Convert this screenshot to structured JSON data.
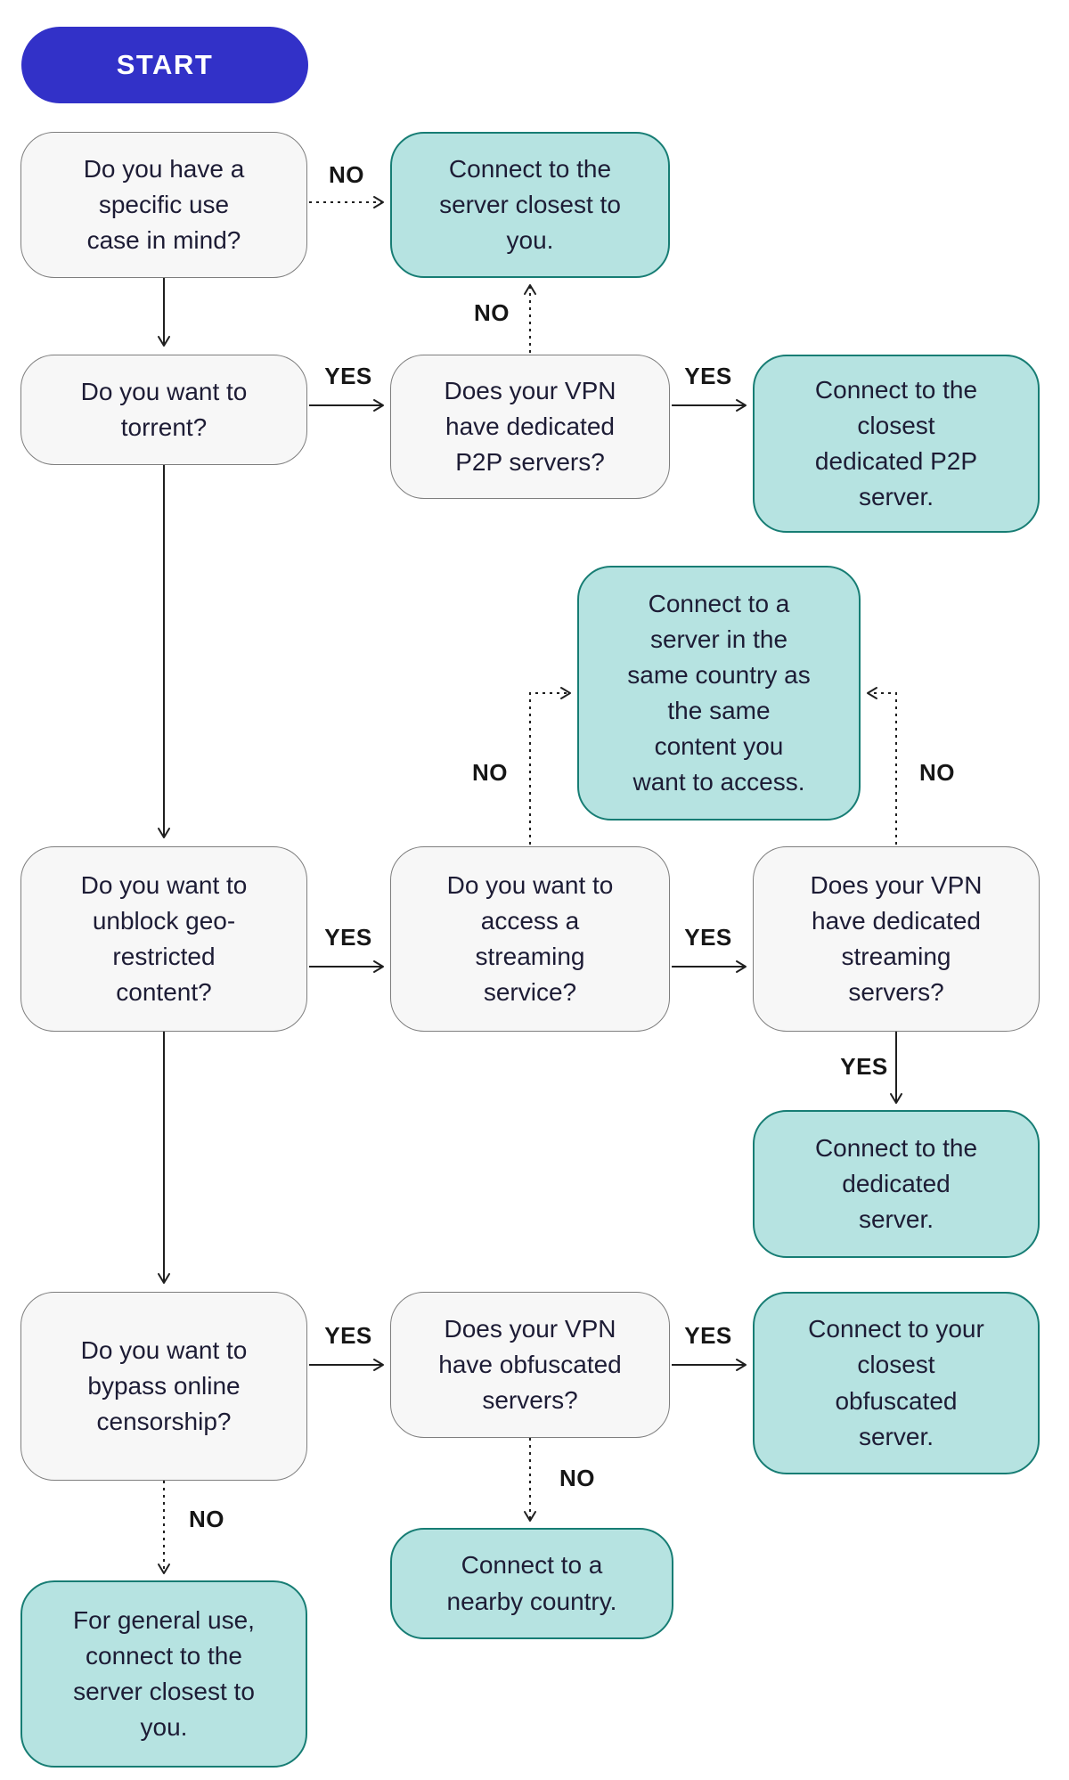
{
  "start": {
    "label": "START"
  },
  "nodes": [
    {
      "id": "q1",
      "type": "question",
      "text": "Do you have a\nspecific use\ncase in mind?"
    },
    {
      "id": "a1",
      "type": "answer",
      "text": "Connect to the\nserver closest to\nyou."
    },
    {
      "id": "q2",
      "type": "question",
      "text": "Do you want to\ntorrent?"
    },
    {
      "id": "q3",
      "type": "question",
      "text": "Does your VPN\nhave dedicated\nP2P servers?"
    },
    {
      "id": "a2",
      "type": "answer",
      "text": "Connect to the\nclosest\ndedicated P2P\nserver."
    },
    {
      "id": "a3",
      "type": "answer",
      "text": "Connect to a\nserver in the\nsame country as\nthe same\ncontent you\nwant to access."
    },
    {
      "id": "q4",
      "type": "question",
      "text": "Do you want to\nunblock geo-\nrestricted\ncontent?"
    },
    {
      "id": "q5",
      "type": "question",
      "text": "Do you want to\naccess a\nstreaming\nservice?"
    },
    {
      "id": "q6",
      "type": "question",
      "text": "Does your VPN\nhave dedicated\nstreaming\nservers?"
    },
    {
      "id": "a4",
      "type": "answer",
      "text": "Connect to the\ndedicated\nserver."
    },
    {
      "id": "q7",
      "type": "question",
      "text": "Do you want to\nbypass online\ncensorship?"
    },
    {
      "id": "q8",
      "type": "question",
      "text": "Does your VPN\nhave obfuscated\nservers?"
    },
    {
      "id": "a5",
      "type": "answer",
      "text": "Connect to your\nclosest\nobfuscated\nserver."
    },
    {
      "id": "a6",
      "type": "answer",
      "text": "Connect to a\nnearby country."
    },
    {
      "id": "a7",
      "type": "answer",
      "text": "For general use,\nconnect to the\nserver closest to\nyou."
    }
  ],
  "edges": [
    {
      "from": "q1",
      "to": "a1",
      "label": "NO",
      "style": "dashed"
    },
    {
      "from": "q3",
      "to": "a1",
      "label": "NO",
      "style": "dashed"
    },
    {
      "from": "q2",
      "to": "q3",
      "label": "YES",
      "style": "solid"
    },
    {
      "from": "q3",
      "to": "a2",
      "label": "YES",
      "style": "solid"
    },
    {
      "from": "q5",
      "to": "a3",
      "label": "NO",
      "style": "dashed"
    },
    {
      "from": "q6",
      "to": "a3",
      "label": "NO",
      "style": "dashed"
    },
    {
      "from": "q4",
      "to": "q5",
      "label": "YES",
      "style": "solid"
    },
    {
      "from": "q5",
      "to": "q6",
      "label": "YES",
      "style": "solid"
    },
    {
      "from": "q6",
      "to": "a4",
      "label": "YES",
      "style": "solid"
    },
    {
      "from": "q7",
      "to": "q8",
      "label": "YES",
      "style": "solid"
    },
    {
      "from": "q8",
      "to": "a5",
      "label": "YES",
      "style": "solid"
    },
    {
      "from": "q8",
      "to": "a6",
      "label": "NO",
      "style": "dashed"
    },
    {
      "from": "q7",
      "to": "a7",
      "label": "NO",
      "style": "dashed"
    },
    {
      "from": "start",
      "to": "q1",
      "label": "",
      "style": "none"
    },
    {
      "from": "q1",
      "to": "q2",
      "label": "",
      "style": "solid"
    },
    {
      "from": "q2",
      "to": "q4",
      "label": "",
      "style": "solid"
    },
    {
      "from": "q4",
      "to": "q7",
      "label": "",
      "style": "solid"
    }
  ],
  "colors": {
    "start_bg": "#3231c8",
    "start_text": "#ffffff",
    "question_fill": "#f7f7f7",
    "question_border": "#7e7e7e",
    "answer_fill": "#b6e3e1",
    "answer_border": "#177d74",
    "text": "#1d1c35",
    "connector": "#1f1f1f"
  }
}
